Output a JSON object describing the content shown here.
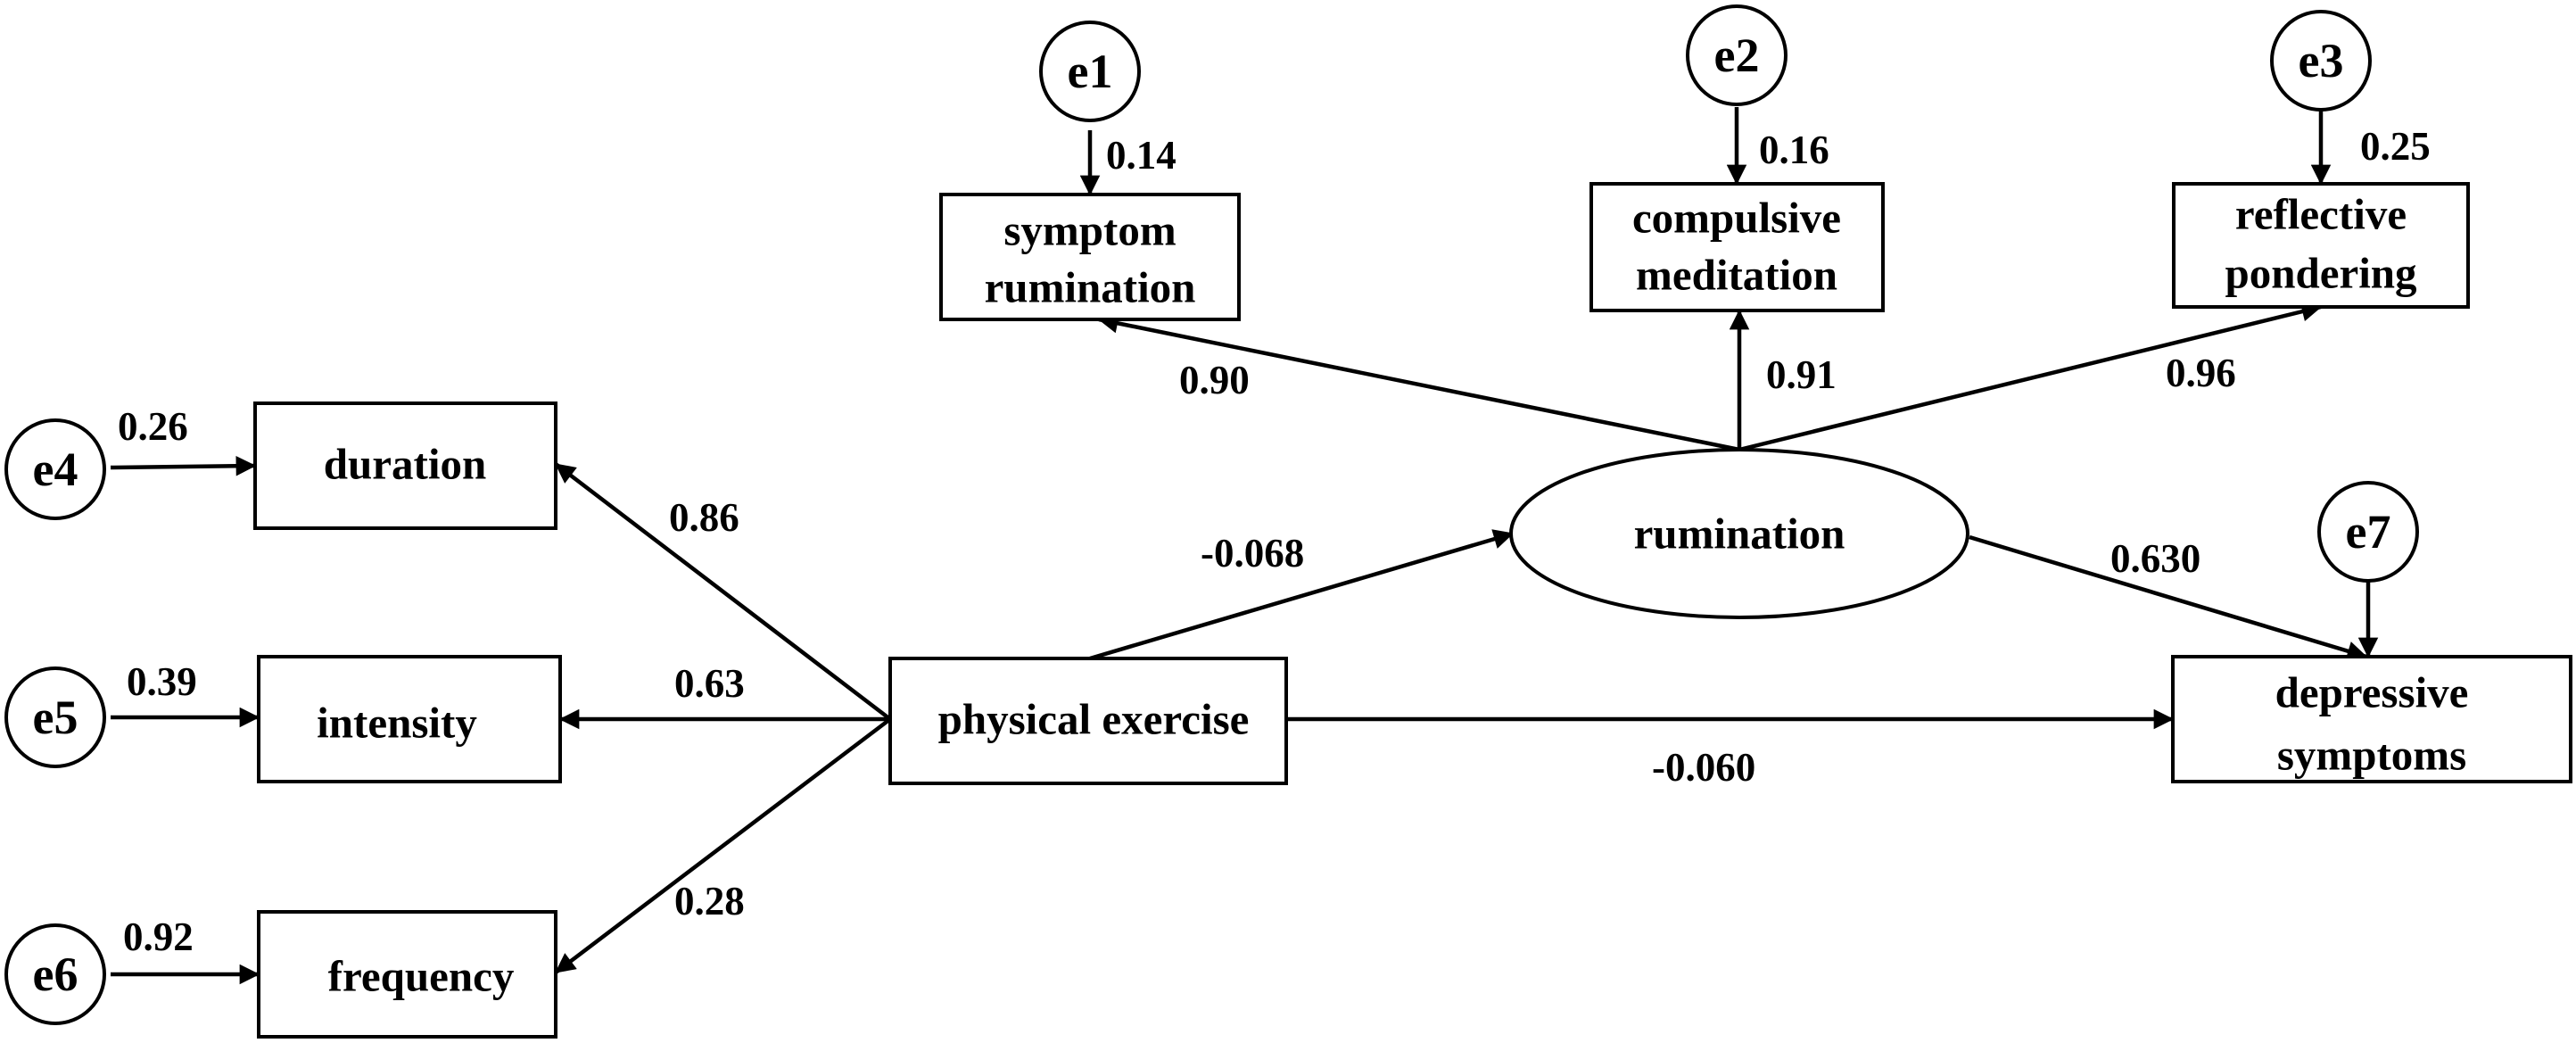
{
  "errors": {
    "e1": "e1",
    "e2": "e2",
    "e3": "e3",
    "e4": "e4",
    "e5": "e5",
    "e6": "e6",
    "e7": "e7"
  },
  "observed": {
    "symptom_rumination": [
      "symptom",
      "rumination"
    ],
    "compulsive_meditation": [
      "compulsive",
      "meditation"
    ],
    "reflective_pondering": [
      "reflective",
      "pondering"
    ],
    "duration": "duration",
    "intensity": "intensity",
    "frequency": "frequency",
    "physical_exercise": "physical exercise",
    "depressive_symptoms": [
      "depressive",
      "symptoms"
    ]
  },
  "latent": {
    "rumination": "rumination"
  },
  "coefficients": {
    "e1_to_symptom": "0.14",
    "e2_to_compulsive": "0.16",
    "e3_to_reflective": "0.25",
    "e4_to_duration": "0.26",
    "e5_to_intensity": "0.39",
    "e6_to_frequency": "0.92",
    "rumination_to_symptom": "0.90",
    "rumination_to_compulsive": "0.91",
    "rumination_to_reflective": "0.96",
    "exercise_to_duration": "0.86",
    "exercise_to_intensity": "0.63",
    "exercise_to_frequency": "0.28",
    "exercise_to_rumination": "-0.068",
    "rumination_to_depressive": "0.630",
    "exercise_to_depressive": "-0.060"
  }
}
